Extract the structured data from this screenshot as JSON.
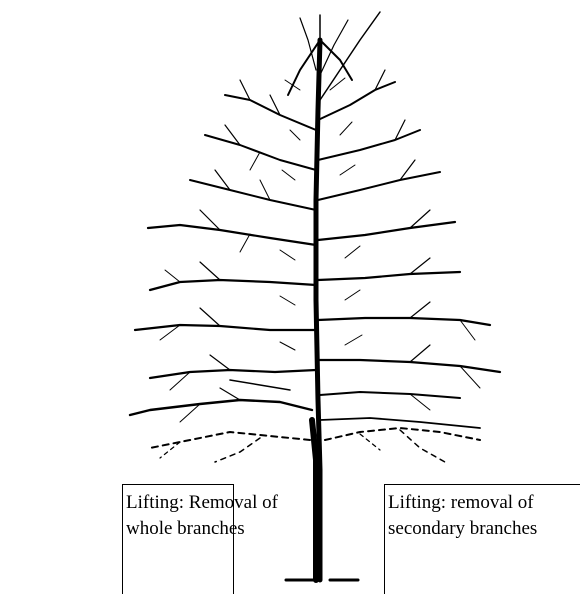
{
  "labels": {
    "left": {
      "line1": "Lifting: Removal of",
      "line2": "whole branches"
    },
    "right": {
      "line1": "Lifting: removal of",
      "line2": "secondary branches"
    }
  },
  "colors": {
    "ink": "#000000",
    "background": "#ffffff"
  }
}
